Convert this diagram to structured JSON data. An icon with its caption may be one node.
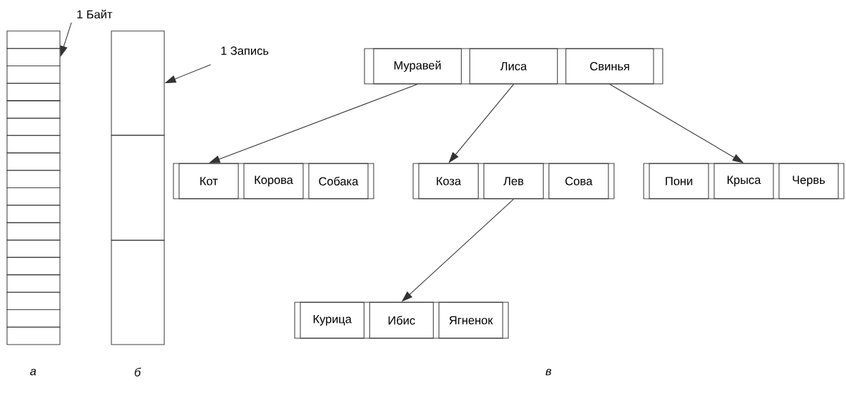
{
  "diagram": {
    "nodes": [
      {
        "text": [
          "1 Байт"
        ]
      },
      {
        "text": [],
        "shape": "box"
      },
      {
        "text": [],
        "shape": "box"
      },
      {
        "text": [],
        "shape": "box"
      },
      {
        "text": [],
        "shape": "box"
      },
      {
        "text": [],
        "shape": "box"
      },
      {
        "text": [],
        "shape": "box"
      },
      {
        "text": [],
        "shape": "box"
      },
      {
        "text": [],
        "shape": "box"
      },
      {
        "text": [],
        "shape": "box"
      },
      {
        "text": [],
        "shape": "box"
      },
      {
        "text": [],
        "shape": "box"
      },
      {
        "text": [],
        "shape": "box"
      },
      {
        "text": [],
        "shape": "box"
      },
      {
        "text": [],
        "shape": "box"
      },
      {
        "text": [],
        "shape": "box"
      },
      {
        "text": [],
        "shape": "box"
      },
      {
        "text": [],
        "shape": "box"
      },
      {
        "text": [],
        "shape": "box"
      },
      {
        "text": [
          "1 Запись"
        ]
      },
      {
        "text": [],
        "shape": "box"
      },
      {
        "text": [],
        "shape": "box"
      },
      {
        "text": [],
        "shape": "box"
      },
      {
        "text": [],
        "shape": "box"
      },
      {
        "text": [
          "Муравей"
        ],
        "in": 23
      },
      {
        "text": [
          "Лиса"
        ],
        "in": 23
      },
      {
        "text": [
          "Свинья"
        ],
        "in": 23
      },
      {
        "text": [],
        "shape": "box"
      },
      {
        "text": [
          "Кот"
        ],
        "in": 27
      },
      {
        "text": [
          "Корова"
        ],
        "in": 27
      },
      {
        "text": [
          "Собака"
        ],
        "in": 27
      },
      {
        "text": [],
        "shape": "box"
      },
      {
        "text": [
          "Коза"
        ],
        "in": 31
      },
      {
        "text": [
          "Лев"
        ],
        "in": 31
      },
      {
        "text": [
          "Сова"
        ],
        "in": 31
      },
      {
        "text": [],
        "shape": "box"
      },
      {
        "text": [
          "Пони"
        ],
        "in": 35
      },
      {
        "text": [
          "Крыса"
        ],
        "in": 35
      },
      {
        "text": [
          "Червь"
        ],
        "in": 35
      },
      {
        "text": [],
        "shape": "box"
      },
      {
        "text": [
          "Курица"
        ],
        "in": 39
      },
      {
        "text": [
          "Ибис"
        ],
        "in": 39
      },
      {
        "text": [
          "Ягненок"
        ],
        "in": 39
      }
    ],
    "edges": [
      {
        "from": 0,
        "to": 2,
        "arrow": "to"
      },
      {
        "from": 19,
        "to": 20,
        "arrow": "to"
      },
      {
        "from": 24,
        "to": 28,
        "arrow": "to"
      },
      {
        "from": 25,
        "to": 32,
        "arrow": "to"
      },
      {
        "from": 26,
        "to": 37,
        "arrow": "to"
      },
      {
        "from": 33,
        "to": 41,
        "arrow": "to"
      }
    ],
    "labels": [
      "а",
      "б",
      "в"
    ]
  }
}
